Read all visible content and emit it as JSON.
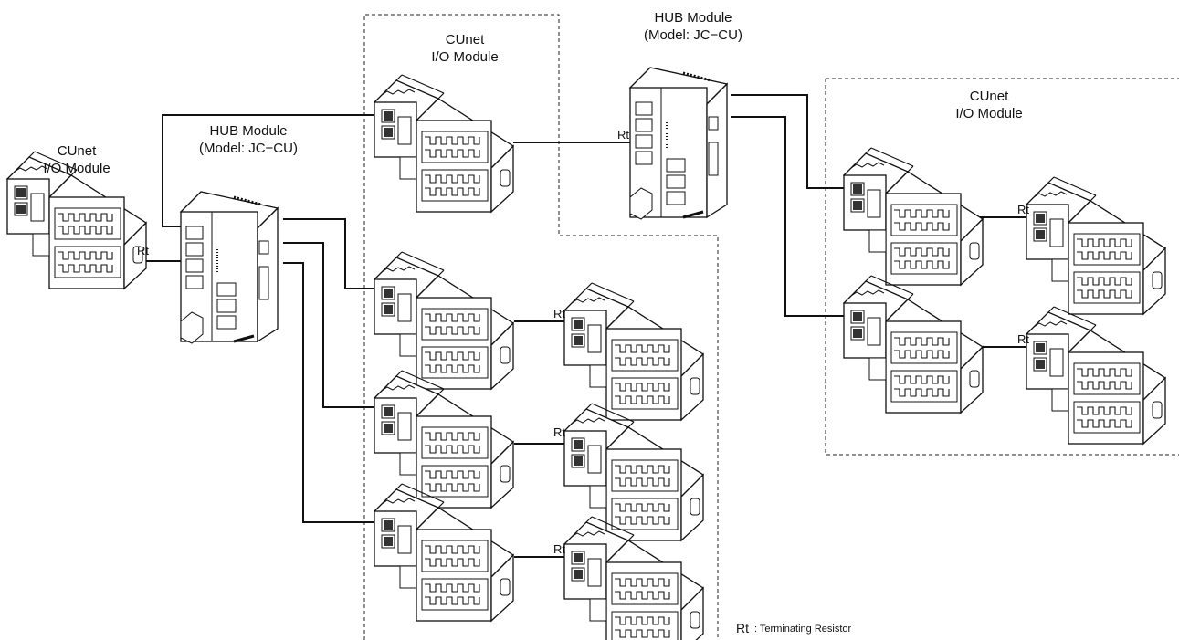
{
  "labels": {
    "io_module_line1": "CUnet",
    "io_module_line2": "I/O Module",
    "hub_line1": "HUB Module",
    "hub_line2": "(Model: JC−CU)",
    "rt": "Rt"
  },
  "legend": {
    "symbol": "Rt",
    "text": ": Terminating Resistor"
  }
}
